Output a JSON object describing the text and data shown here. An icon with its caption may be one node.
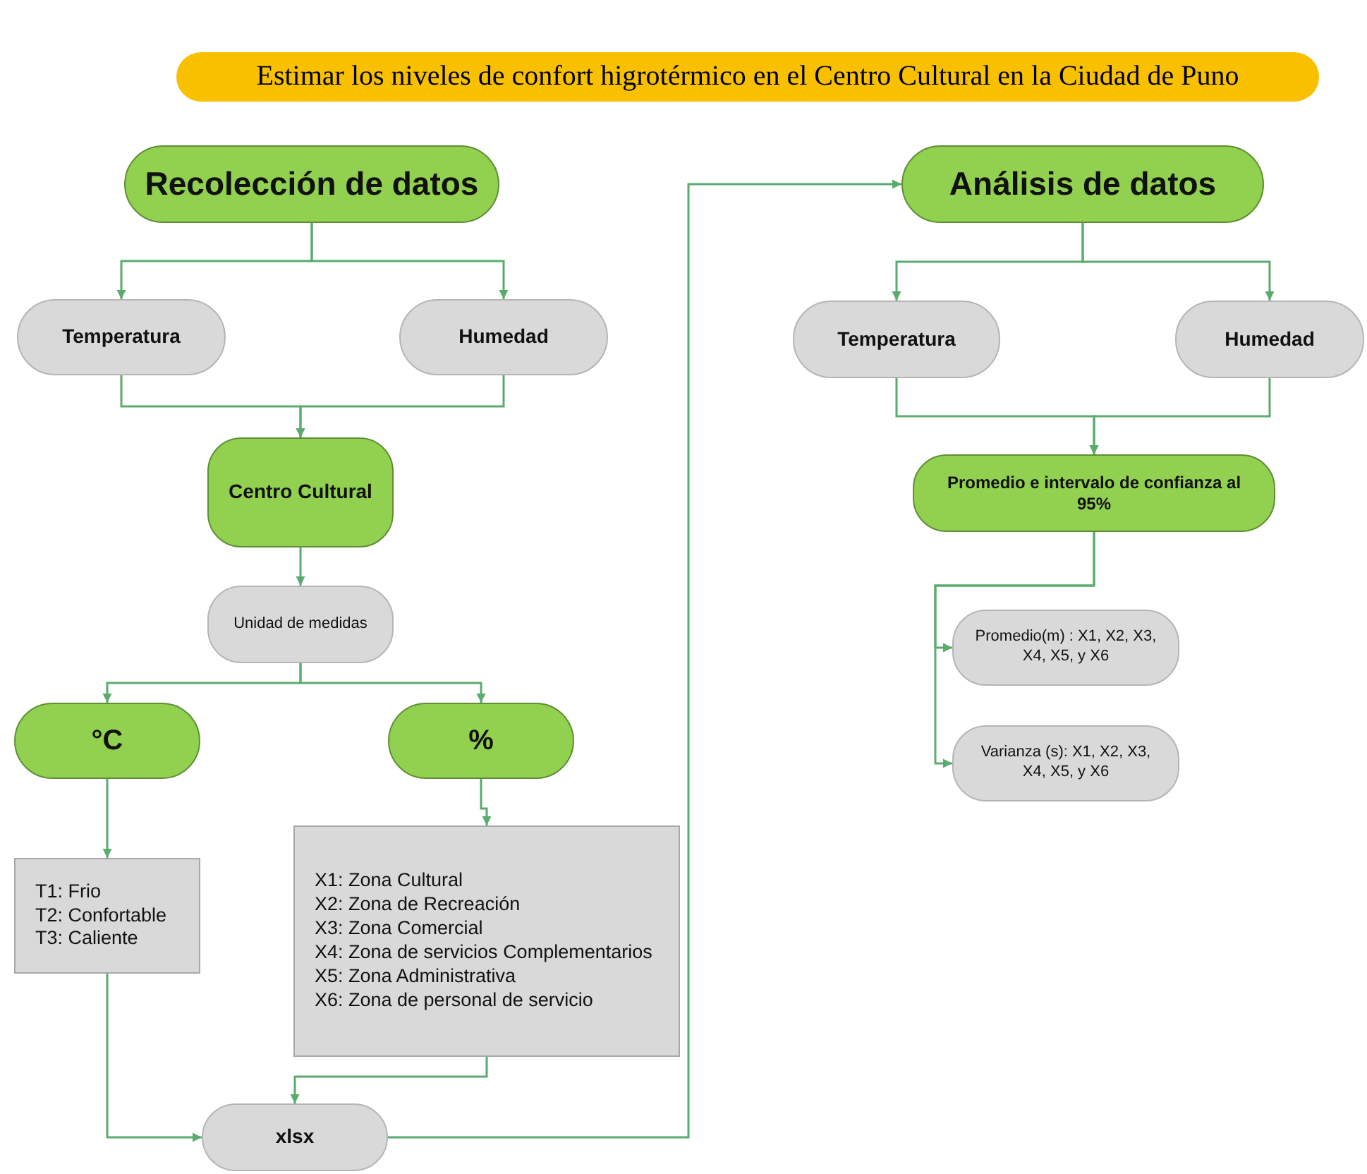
{
  "diagram": {
    "title": "Estimar los niveles de confort higrotérmico en el Centro Cultural en la Ciudad de Puno",
    "nodes": [
      {
        "text": [
          "Recolección de datos"
        ]
      },
      {
        "text": [
          "Temperatura"
        ]
      },
      {
        "text": [
          "Humedad"
        ]
      },
      {
        "text": [
          "Centro Cultural"
        ]
      },
      {
        "text": [
          "Unidad de medidas"
        ]
      },
      {
        "text": [
          "°C"
        ]
      },
      {
        "text": [
          "%"
        ]
      },
      {
        "text": [
          "T1: Frio",
          "T2: Confortable",
          "T3: Caliente"
        ]
      },
      {
        "text": [
          "X1: Zona Cultural",
          "X2: Zona de Recreación",
          "X3: Zona Comercial",
          "X4: Zona de servicios Complementarios",
          "X5: Zona Administrativa",
          "X6: Zona de personal de servicio"
        ]
      },
      {
        "text": [
          "xlsx"
        ]
      },
      {
        "text": [
          "Análisis de datos"
        ]
      },
      {
        "text": [
          "Temperatura"
        ]
      },
      {
        "text": [
          "Humedad"
        ]
      },
      {
        "text": [
          "Promedio e intervalo de confianza al 95%"
        ]
      },
      {
        "text": [
          "Promedio(m) : X1, X2, X3, X4, X5, y X6"
        ]
      },
      {
        "text": [
          "Varianza (s): X1, X2, X3, X4, X5, y X6"
        ]
      }
    ],
    "edges": [
      {
        "from": 0,
        "to": 1,
        "arrow": "to"
      },
      {
        "from": 0,
        "to": 2,
        "arrow": "to"
      },
      {
        "from": 1,
        "to": 3,
        "arrow": "to"
      },
      {
        "from": 2,
        "to": 3,
        "arrow": "to"
      },
      {
        "from": 3,
        "to": 4,
        "arrow": "to"
      },
      {
        "from": 4,
        "to": 5,
        "arrow": "to"
      },
      {
        "from": 4,
        "to": 6,
        "arrow": "to"
      },
      {
        "from": 5,
        "to": 7,
        "arrow": "to"
      },
      {
        "from": 6,
        "to": 8,
        "arrow": "to"
      },
      {
        "from": 7,
        "to": 9,
        "arrow": "to"
      },
      {
        "from": 8,
        "to": 9,
        "arrow": "to"
      },
      {
        "from": 9,
        "to": 10,
        "arrow": "to"
      },
      {
        "from": 10,
        "to": 11,
        "arrow": "to"
      },
      {
        "from": 10,
        "to": 12,
        "arrow": "to"
      },
      {
        "from": 11,
        "to": 13,
        "arrow": "to"
      },
      {
        "from": 12,
        "to": 13,
        "arrow": "to"
      },
      {
        "from": 13,
        "to": 14,
        "arrow": "to"
      },
      {
        "from": 13,
        "to": 15,
        "arrow": "to"
      }
    ]
  }
}
